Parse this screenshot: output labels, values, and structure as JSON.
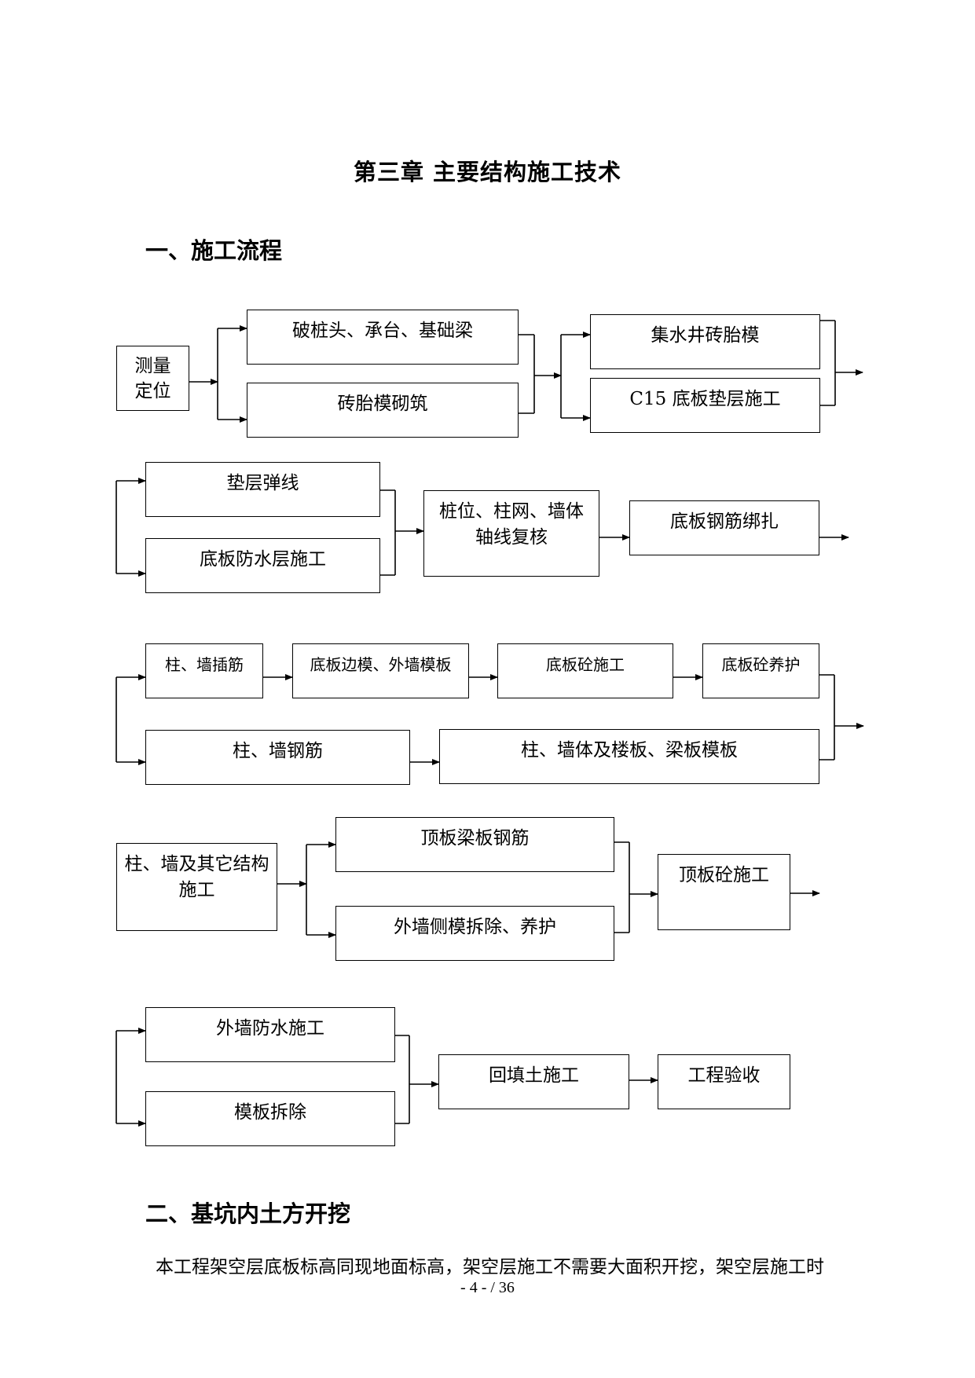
{
  "chapter_title": "第三章  主要结构施工技术",
  "section1_title": "一、施工流程",
  "flow": {
    "row1": {
      "survey": "测量定位",
      "pile_head": "破桩头、承台、基础梁",
      "brick_masonry": "砖胎模砌筑",
      "sump_pit": "集水井砖胎模",
      "c15_cushion": "C15 底板垫层施工"
    },
    "row2": {
      "layout_line": "垫层弹线",
      "waterproof": "底板防水层施工",
      "axis_check": "桩位、柱网、墙体轴线复核",
      "rebar_tie": "底板钢筋绑扎"
    },
    "row3": {
      "column_dowel": "柱、墙插筋",
      "edge_form": "底板边模、外墙模板",
      "slab_concrete": "底板砼施工",
      "slab_curing": "底板砼养护",
      "column_rebar": "柱、墙钢筋",
      "formwork": "柱、墙体及楼板、梁板模板"
    },
    "row4": {
      "other_structure": "柱、墙及其它结构施工",
      "roof_rebar": "顶板梁板钢筋",
      "form_removal_curing": "外墙侧模拆除、养护",
      "roof_concrete": "顶板砼施工"
    },
    "row5": {
      "ext_waterproof": "外墙防水施工",
      "form_removal": "模板拆除",
      "backfill": "回填土施工",
      "acceptance": "工程验收"
    }
  },
  "section2_title": "二、基坑内土方开挖",
  "paragraph": "本工程架空层底板标高同现地面标高，架空层施工不需要大面积开挖，架空层施工时",
  "page_number": "- 4 - / 36"
}
